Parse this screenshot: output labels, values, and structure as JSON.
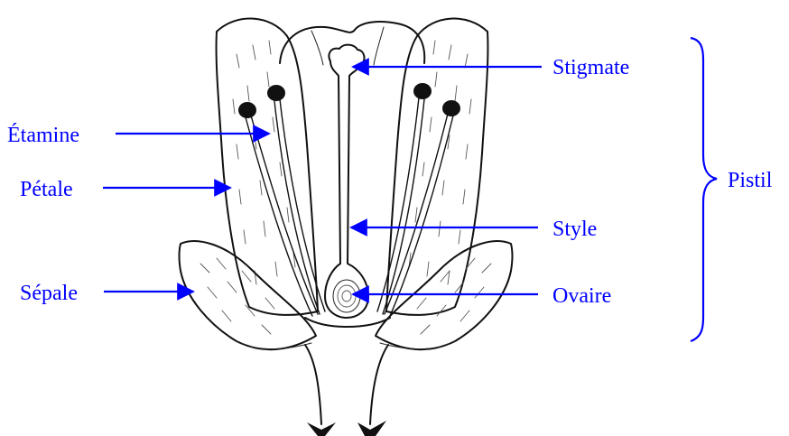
{
  "diagram": {
    "labels": {
      "etamine": "Étamine",
      "petale": "Pétale",
      "sepale": "Sépale",
      "stigmate": "Stigmate",
      "style": "Style",
      "ovaire": "Ovaire",
      "pistil": "Pistil"
    },
    "colors": {
      "label": "#0000ff",
      "ink": "#111111",
      "background": "#ffffff"
    }
  }
}
